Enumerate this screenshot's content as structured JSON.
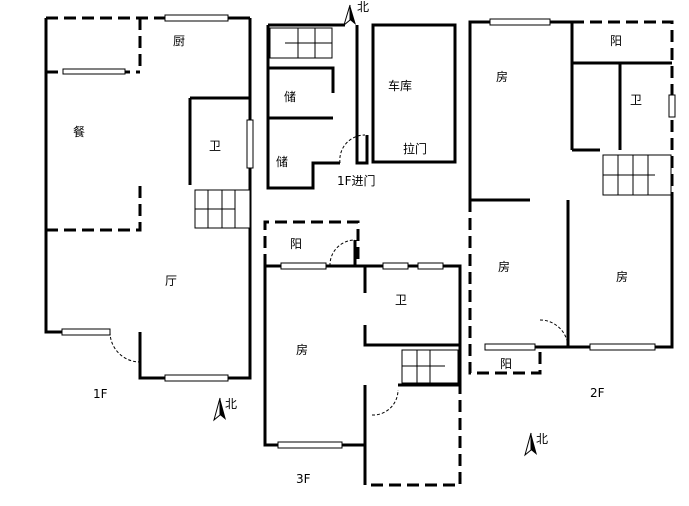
{
  "floors": {
    "f1": {
      "label": "1F",
      "rooms": {
        "kitchen": "厨",
        "dining": "餐",
        "bath": "卫",
        "living": "厅"
      }
    },
    "f1b": {
      "rooms": {
        "storage1": "储",
        "storage2": "储",
        "garage": "车库",
        "sliding_door": "拉门",
        "entrance": "1F进门"
      }
    },
    "f2": {
      "label": "2F",
      "rooms": {
        "room1": "房",
        "balcony1": "阳",
        "bath": "卫",
        "room2": "房",
        "room3": "房",
        "balcony2": "阳"
      }
    },
    "f3": {
      "label": "3F",
      "rooms": {
        "balcony": "阳",
        "bath": "卫",
        "room": "房"
      }
    }
  },
  "north": "北"
}
